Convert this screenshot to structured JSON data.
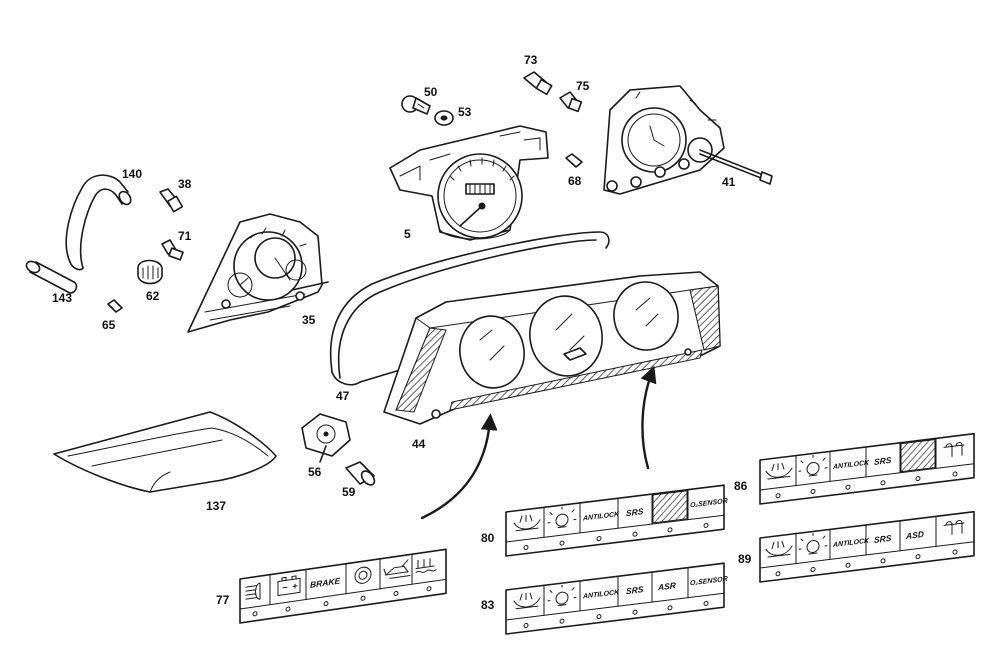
{
  "callouts": {
    "n5": "5",
    "n35": "35",
    "n38": "38",
    "n41": "41",
    "n44": "44",
    "n47": "47",
    "n50": "50",
    "n53": "53",
    "n56": "56",
    "n59": "59",
    "n62": "62",
    "n65": "65",
    "n68": "68",
    "n71": "71",
    "n73": "73",
    "n75": "75",
    "n77": "77",
    "n80": "80",
    "n83": "83",
    "n86": "86",
    "n89": "89",
    "n137": "137",
    "n140": "140",
    "n143": "143"
  },
  "strip_labels": {
    "brake": "BRAKE",
    "antilock": "ANTILOCK",
    "srs": "SRS",
    "asr": "ASR",
    "asd": "ASD",
    "o2sensor": "O₂SENSOR"
  },
  "icons": {
    "headlight": "headlight-icon",
    "battery": "battery-icon",
    "bulb": "bulb-icon",
    "oil": "oil-can-icon",
    "coolant": "coolant-icon",
    "washer": "washer-fluid-icon",
    "glow": "glow-plug-icon"
  },
  "colors": {
    "line": "#1a1a1a",
    "paper": "#ffffff"
  }
}
